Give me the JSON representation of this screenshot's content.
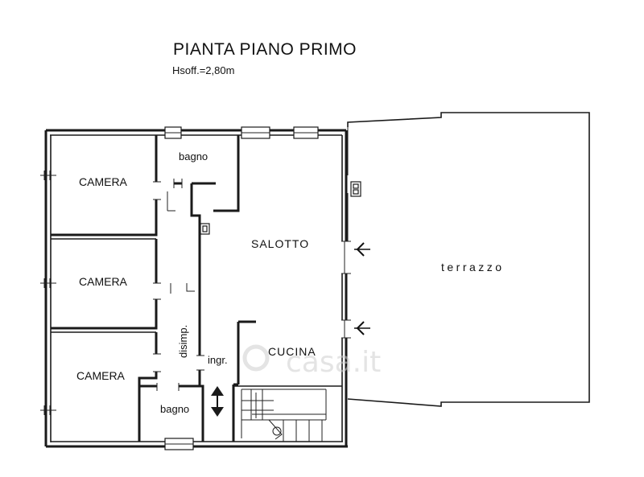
{
  "title": "PIANTA PIANO PRIMO",
  "subtitle": "Hsoff.=2,80m",
  "rooms": {
    "camera_1": "CAMERA",
    "camera_2": "CAMERA",
    "camera_3": "CAMERA",
    "bagno_top": "bagno",
    "bagno_bottom": "bagno",
    "salotto": "SALOTTO",
    "cucina": "CUCINA",
    "disimp": "disimp.",
    "ingr": "ingr.",
    "terrazzo": "terrazzo"
  },
  "watermark": "casa.it"
}
